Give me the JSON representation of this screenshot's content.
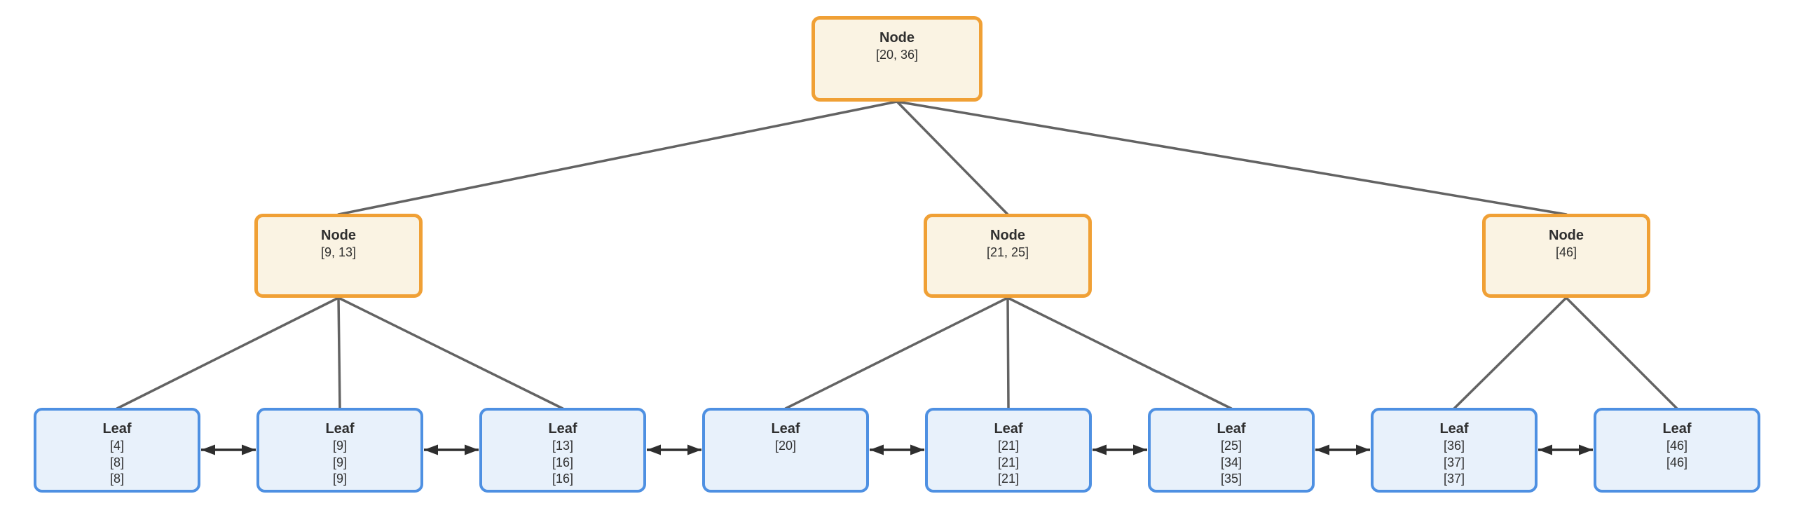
{
  "diagram": {
    "kind": "b-plus-tree",
    "root": {
      "title": "Node",
      "keys": "[20, 36]"
    },
    "internal_nodes": [
      {
        "title": "Node",
        "keys": "[9, 13]"
      },
      {
        "title": "Node",
        "keys": "[21, 25]"
      },
      {
        "title": "Node",
        "keys": "[46]"
      }
    ],
    "leaves": [
      {
        "title": "Leaf",
        "values": [
          "[4]",
          "[8]",
          "[8]"
        ]
      },
      {
        "title": "Leaf",
        "values": [
          "[9]",
          "[9]",
          "[9]"
        ]
      },
      {
        "title": "Leaf",
        "values": [
          "[13]",
          "[16]",
          "[16]"
        ]
      },
      {
        "title": "Leaf",
        "values": [
          "[20]"
        ]
      },
      {
        "title": "Leaf",
        "values": [
          "[21]",
          "[21]",
          "[21]"
        ]
      },
      {
        "title": "Leaf",
        "values": [
          "[25]",
          "[34]",
          "[35]"
        ]
      },
      {
        "title": "Leaf",
        "values": [
          "[36]",
          "[37]",
          "[37]"
        ]
      },
      {
        "title": "Leaf",
        "values": [
          "[46]",
          "[46]"
        ]
      }
    ],
    "structure": {
      "root_children": [
        "internal_nodes.0",
        "internal_nodes.1",
        "internal_nodes.2"
      ],
      "internal_children": [
        [
          "leaves.0",
          "leaves.1",
          "leaves.2"
        ],
        [
          "leaves.3",
          "leaves.4",
          "leaves.5"
        ],
        [
          "leaves.6",
          "leaves.7"
        ]
      ],
      "leaf_chain": "adjacent leaves linked with double-headed arrows"
    },
    "colors": {
      "internal_border": "#f0a035",
      "internal_fill": "#faf3e3",
      "leaf_border": "#4e90e2",
      "leaf_fill": "#e8f1fb",
      "tree_edge": "#636363",
      "leaf_arrow": "#2e2e2e",
      "text": "#2f2f2f",
      "background": "#ffffff"
    }
  }
}
